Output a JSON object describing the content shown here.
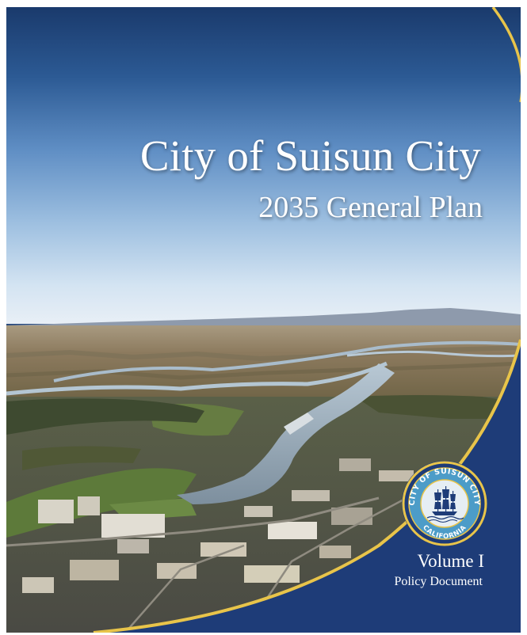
{
  "cover": {
    "title": "City of Suisun City",
    "subtitle": "2035 General Plan",
    "volume": "Volume I",
    "document_type": "Policy Document"
  },
  "seal": {
    "top_text": "CITY OF SUISUN CITY",
    "bottom_text": "CALIFORNIA"
  },
  "colors": {
    "navy": "#1e3c78",
    "gold": "#e8c44a",
    "sky_top": "#1a3a6c",
    "sky_horizon": "#e8eff6"
  },
  "icons": {
    "seal": "city-seal-icon",
    "ship": "ship-icon"
  }
}
